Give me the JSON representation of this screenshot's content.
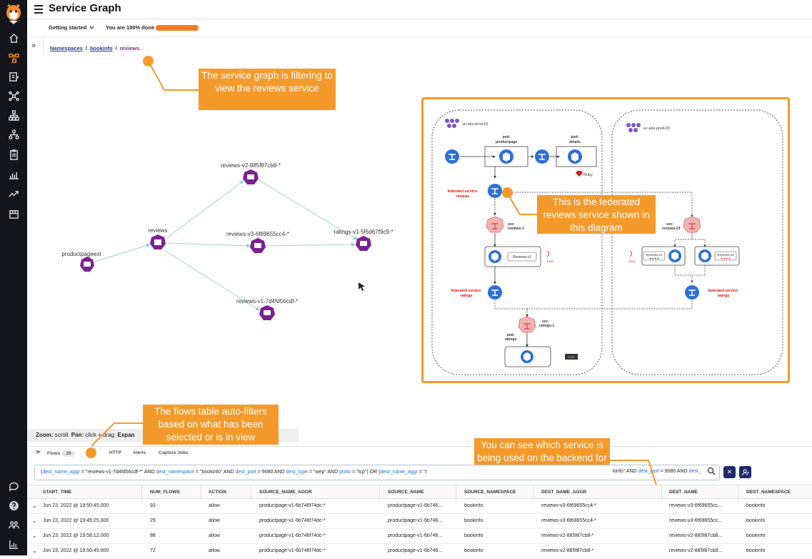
{
  "app": {
    "title": "Service Graph"
  },
  "subbar": {
    "getting_started": "Getting started",
    "progress_label": "You are 100% done",
    "progress_percent": 100
  },
  "breadcrumb": {
    "items": [
      {
        "label": "Namespaces"
      },
      {
        "label": "bookinfo"
      }
    ],
    "current": "reviews",
    "separator": "/"
  },
  "graph": {
    "nodes": [
      {
        "id": "productpageext",
        "label": "productpageext",
        "type": "workload"
      },
      {
        "id": "reviews",
        "label": "reviews",
        "type": "service"
      },
      {
        "id": "reviews-v2",
        "label": "reviews-v2-885f87cb8-*",
        "type": "pod"
      },
      {
        "id": "reviews-v3",
        "label": "reviews-v3-6f69655cc4-*",
        "type": "pod"
      },
      {
        "id": "reviews-v1",
        "label": "reviews-v1-7d4fd56cdf-*",
        "type": "pod"
      },
      {
        "id": "ratings",
        "label": "ratings-v1-5f6d67f9c9-*",
        "type": "pod"
      }
    ]
  },
  "callouts": {
    "graph_filter": "The service graph is filtering to view the reviews service",
    "federated": "This is the federated reviews service shown in this diagram",
    "flows_filter": "The flows table auto-filters based on what has been selected or is in view",
    "backend": "You can see which service is being used on the backend for each flow"
  },
  "diagram": {
    "cluster_left": "uc-aks-prod-01",
    "cluster_right": "uc-aks-prod-03",
    "pod_productpage": "pod:",
    "pod_productpage_name": "productpage",
    "pod_details": "pod:",
    "pod_details_name": "details",
    "ruby": "Ruby",
    "fed_reviews_1": "federated service:",
    "fed_reviews_2": "reviews",
    "svc_reviews1_1": "svc:",
    "svc_reviews1_2": "reviews-1",
    "reviews_v1": "Reviews-v1",
    "java": "Java",
    "fed_ratings_1": "federated service:",
    "fed_ratings_2": "ratings",
    "svc_ratings1_1": "svc:",
    "svc_ratings1_2": "ratings-1",
    "pod_ratings": "pod:",
    "pod_ratings_name": "ratings",
    "node": "node",
    "svc_reviews23_1": "svc:",
    "svc_reviews23_2": "reviews-23",
    "reviews_v2": "Reviews-v2",
    "reviews_v3": "Reviews-v3",
    "fed_ratings_r1": "federated service:",
    "fed_ratings_r2": "ratings",
    "stars": "★★★★"
  },
  "statusbar": {
    "zoom_label": "Zoom:",
    "zoom_value": "scroll",
    "pan_label": "Pan:",
    "pan_value": "click + drag",
    "expand_label": "Expan"
  },
  "tabs": [
    {
      "label": "Flows",
      "badge": "20"
    },
    {
      "label": "HTTP"
    },
    {
      "label": "Alerts"
    },
    {
      "label": "Capture Jobs"
    }
  ],
  "filter": {
    "q1_key": "dest_name_aggr",
    "q1_val": " = \"reviews-v1-7d4fd56cdf-*\" AND ",
    "q2_key": "dest_namespace",
    "q2_val": " = \"bookinfo\" AND ",
    "q3_key": "dest_port",
    "q3_val": " = 9080 AND ",
    "q4_key": "dest_type",
    "q4_val": " = \"wep\" AND ",
    "q5_key": "proto",
    "q5_val": " = \"tcp\") OR (",
    "q6_key": "dest_name_aggr",
    "q6_val": " = \"r",
    "tail_prefix": "kinfo\" AND ",
    "tail_key": "dest_port",
    "tail_val": " = 9080 AND ",
    "tail_key2": "dest_",
    "open_paren": "("
  },
  "table": {
    "columns": [
      "START_TIME",
      "NUM_FLOWS",
      "ACTION",
      "SOURCE_NAME_AGGR",
      "SOURCE_NAME",
      "SOURCE_NAMESPACE",
      "DEST_NAME_AGGR",
      "DEST_NAME",
      "DEST_NAMESPACE"
    ],
    "rows": [
      [
        "Jun 23, 2022 @ 19:50:45.000",
        "93",
        "allow",
        "productpage-v1-6b746f74dc-*",
        "productpage-v1-6b746...",
        "bookinfo",
        "reviews-v3-6f69655cc4-*",
        "reviews-v3-6f69655cc...",
        "bookinfo"
      ],
      [
        "Jun 23, 2022 @ 19:45:25.000",
        "29",
        "allow",
        "productpage-v1-6b746f74dc-*",
        "productpage-v1-6b746...",
        "bookinfo",
        "reviews-v3-6f69655cc4-*",
        "reviews-v3-6f69655cc...",
        "bookinfo"
      ],
      [
        "Jun 23, 2022 @ 19:56:12.000",
        "88",
        "allow",
        "productpage-v1-6b746f74dc-*",
        "productpage-v1-6b746...",
        "bookinfo",
        "reviews-v2-885f87cb8-*",
        "reviews-v2-885f87cb8...",
        "bookinfo"
      ],
      [
        "Jun 23, 2022 @ 19:50:45.000",
        "72",
        "allow",
        "productpage-v1-6b746f74dc-*",
        "productpage-v1-6b746...",
        "bookinfo",
        "reviews-v2-885f87cb8-*",
        "reviews-v2-885f87cb8...",
        "bookinfo"
      ]
    ]
  }
}
